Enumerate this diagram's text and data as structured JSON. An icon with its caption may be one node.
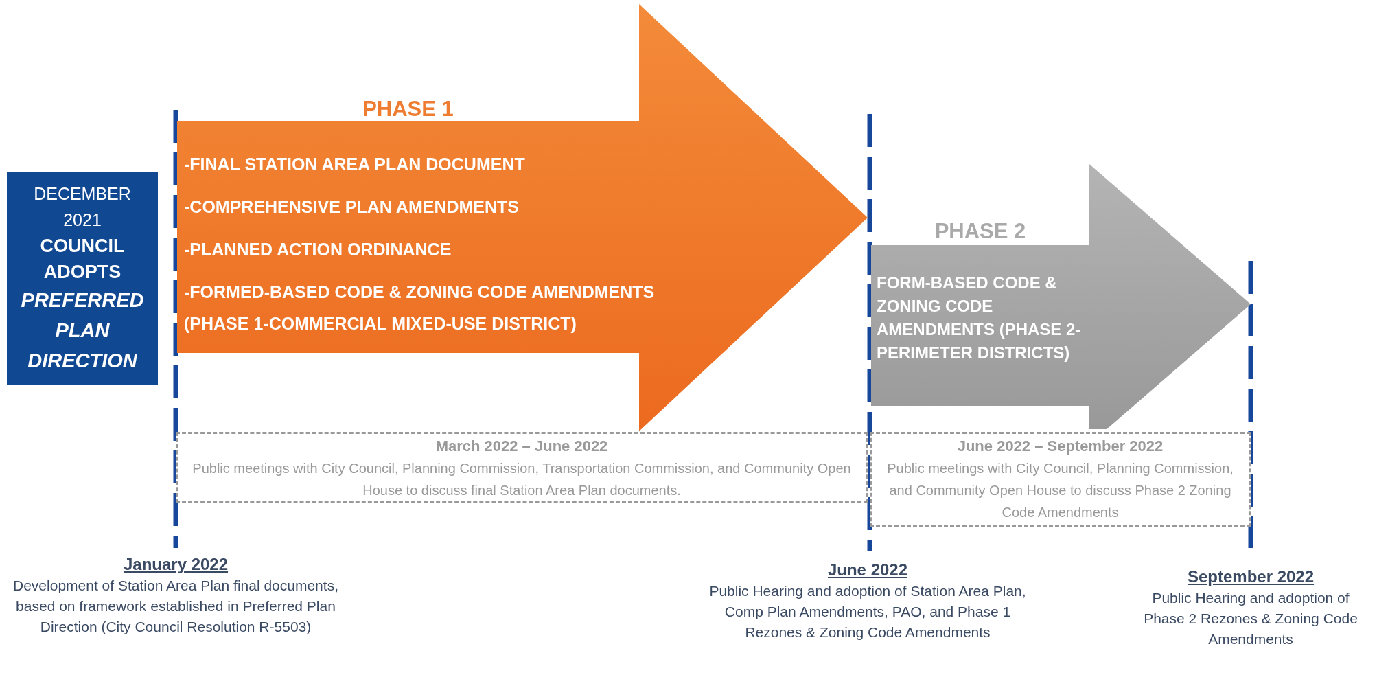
{
  "diagram": {
    "nodes": [
      {
        "text": [
          "DECEMBER 2021",
          "COUNCIL ADOPTS",
          "PREFERRED PLAN DIRECTION"
        ]
      },
      {
        "text": [
          "PHASE 1",
          "-FINAL STATION AREA PLAN DOCUMENT",
          "-COMPREHENSIVE PLAN AMENDMENTS",
          "-PLANNED ACTION ORDINANCE",
          "-FORMED-BASED CODE & ZONING CODE AMENDMENTS (PHASE 1-COMMERCIAL MIXED-USE DISTRICT)"
        ]
      },
      {
        "text": [
          "PHASE 2",
          "FORM-BASED CODE & ZONING CODE AMENDMENTS (PHASE 2-PERIMETER DISTRICTS)"
        ]
      },
      {
        "text": [
          "March 2022 – June 2022",
          "Public meetings with City Council, Planning Commission, Transportation Commission, and Community Open House to discuss final Station Area Plan documents."
        ]
      },
      {
        "text": [
          "June 2022 – September 2022",
          "Public meetings with City Council, Planning Commission, and Community Open House to discuss Phase 2 Zoning Code Amendments"
        ]
      }
    ],
    "labels": [
      "January 2022",
      "Development of Station Area Plan final documents, based on framework established in Preferred Plan Direction (City Council Resolution R-5503)",
      "June 2022",
      "Public Hearing and adoption of Station Area Plan, Comp Plan Amendments, PAO, and Phase 1 Rezones & Zoning Code Amendments",
      "September 2022",
      "Public Hearing and adoption of Phase 2 Rezones & Zoning Code Amendments"
    ]
  }
}
